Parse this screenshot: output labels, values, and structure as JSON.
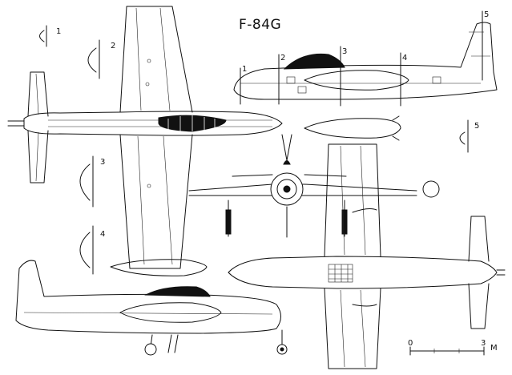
{
  "title": "F-84G",
  "section_labels": {
    "s1_a": "1",
    "s2_a": "2",
    "s3_a": "3",
    "s4_a": "4",
    "s5_a": "5",
    "s1_b": "1",
    "s2_b": "2",
    "s3_b": "3",
    "s4_b": "4",
    "s5_b": "5"
  },
  "scale": {
    "start": "0",
    "end": "3",
    "unit": "M"
  }
}
